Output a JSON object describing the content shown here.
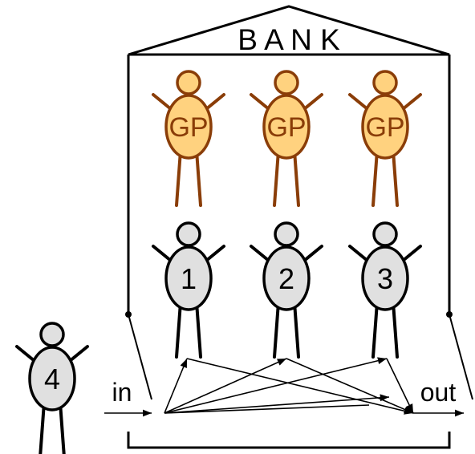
{
  "bank": {
    "title": "B A N K"
  },
  "guardians": [
    {
      "label": "GP"
    },
    {
      "label": "GP"
    },
    {
      "label": "GP"
    }
  ],
  "tellers": [
    {
      "label": "1"
    },
    {
      "label": "2"
    },
    {
      "label": "3"
    }
  ],
  "customer": {
    "label": "4"
  },
  "entry": {
    "label": "in"
  },
  "exit": {
    "label": "out"
  },
  "colors": {
    "guardian_fill": "#ffd27f",
    "guardian_stroke": "#8a3d08",
    "person_fill": "#e0e0e0",
    "person_stroke": "#000000"
  }
}
